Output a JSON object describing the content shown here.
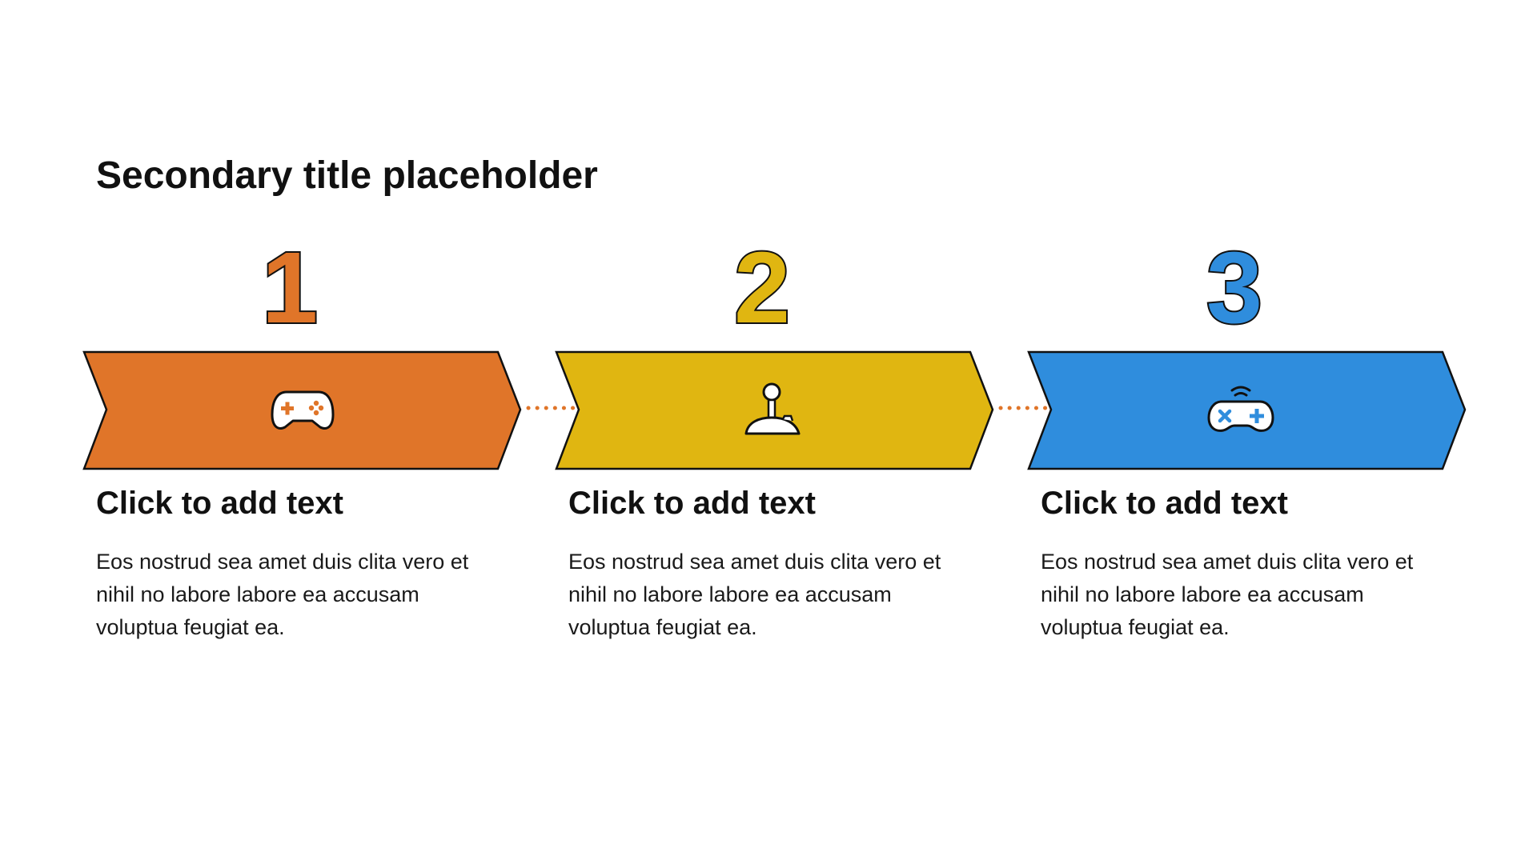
{
  "title": "Secondary title placeholder",
  "colors": {
    "step1": "#E07529",
    "step2": "#E0B611",
    "step3": "#2F8DDD",
    "outline": "#111111",
    "connector": "#E07529"
  },
  "steps": [
    {
      "number": "1",
      "heading": "Click to add text",
      "description": "Eos nostrud sea amet duis clita vero et nihil no labore labore ea accusam voluptua feugiat ea.",
      "icon": "gamepad-icon"
    },
    {
      "number": "2",
      "heading": "Click to add text",
      "description": "Eos nostrud sea amet duis clita vero et nihil no labore labore ea accusam voluptua feugiat ea.",
      "icon": "joystick-icon"
    },
    {
      "number": "3",
      "heading": "Click to add text",
      "description": "Eos nostrud sea amet duis clita vero et nihil no labore labore ea accusam voluptua feugiat ea.",
      "icon": "wireless-gamepad-icon"
    }
  ]
}
